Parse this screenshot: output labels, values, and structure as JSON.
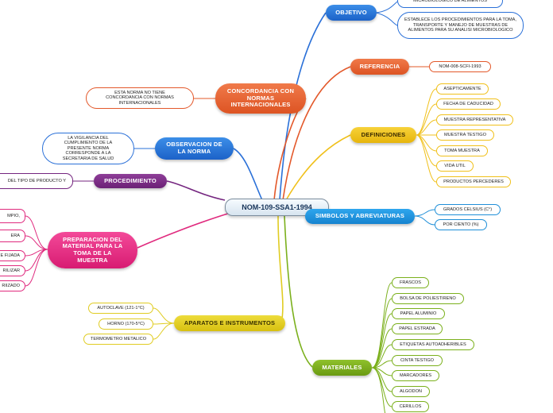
{
  "center": "NOM-109-SSA1-1994",
  "topics": {
    "objetivo": {
      "label": "OBJETIVO",
      "items": [
        "MICROBIOLOGICO DE ALIMENTOS",
        "ESTABLECE LOS PROCEDIMIENTOS PARA LA TOMA, TRANSPORTE Y MANEJO DE MUESTRAS DE ALIMENTOS PARA SU ANALISI MICROBIOLOGICO"
      ]
    },
    "referencia": {
      "label": "REFERENCIA",
      "items": [
        "NOM-008-SCFI-1993"
      ]
    },
    "definiciones": {
      "label": "DEFINICIONES",
      "items": [
        "ASEPTICAMENTE",
        "FECHA DE CADUCIDAD",
        "MUESTRA REPRESENTATIVA",
        "MUESTRA TESTIGO",
        "TOMA MUESTRA",
        "VIDA UTIL",
        "PRODUCTOS PERCEDERES"
      ]
    },
    "simbolos": {
      "label": "SIMBOLOS Y ABREVIATURAS",
      "items": [
        "GRADOS CELSIUS (C°)",
        "POR CIENTO (%)"
      ]
    },
    "materiales": {
      "label": "MATERIALES",
      "items": [
        "FRASCOS",
        "BOLSA DE POLIESTIRENO",
        "PAPEL ALUMINIO",
        "PAPEL ESTRADA",
        "ETIQUETAS AUTOADHERIBLES",
        "CINTA TESTIGO",
        "MARCADORES",
        "ALGODON",
        "CERILLOS"
      ]
    },
    "aparatos": {
      "label": "APARATOS E INSTRUMENTOS",
      "items": [
        "AUTOCLAVE (121-1°C)",
        "HORNO (170-5°C)",
        "TERMOMETRO METALICO"
      ]
    },
    "preparacion": {
      "label": "PREPARACION DEL MATERIAL PARA LA TOMA DE LA MUESTRA",
      "items": [
        "MPIO,",
        "ERA",
        "E FIJADA",
        "RILIZAR",
        "RIIZADO"
      ]
    },
    "procedimiento": {
      "label": "PROCEDIMIENTO",
      "items": [
        "DEL TIPO DE PRODUCTO Y"
      ]
    },
    "observacion": {
      "label": "OBSERVACION DE LA NORMA",
      "items": [
        "LA VIGILANCIA DEL CUMPLIMIENTO DE LA PRESENTE NORMA CORRESPONDE A LA SECRETARIA DE SALUD"
      ]
    },
    "concordancia": {
      "label": "CONCORDANCIA CON NORMAS INTERNACIONALES",
      "items": [
        "ESTA NORMA NO TIENE CONCORDANCIA CON NORMAS INTERNACIONALES"
      ]
    }
  },
  "colors": {
    "objetivo": "#2a70d8",
    "referencia": "#e3582a",
    "definiciones": "#f0c01a",
    "simbolos": "#1f8fd8",
    "materiales": "#7bb01c",
    "aparatos": "#e0cc22",
    "preparacion": "#e02a7e",
    "procedimiento": "#74257f",
    "observacion": "#2a70d8",
    "concordancia": "#e3582a"
  }
}
